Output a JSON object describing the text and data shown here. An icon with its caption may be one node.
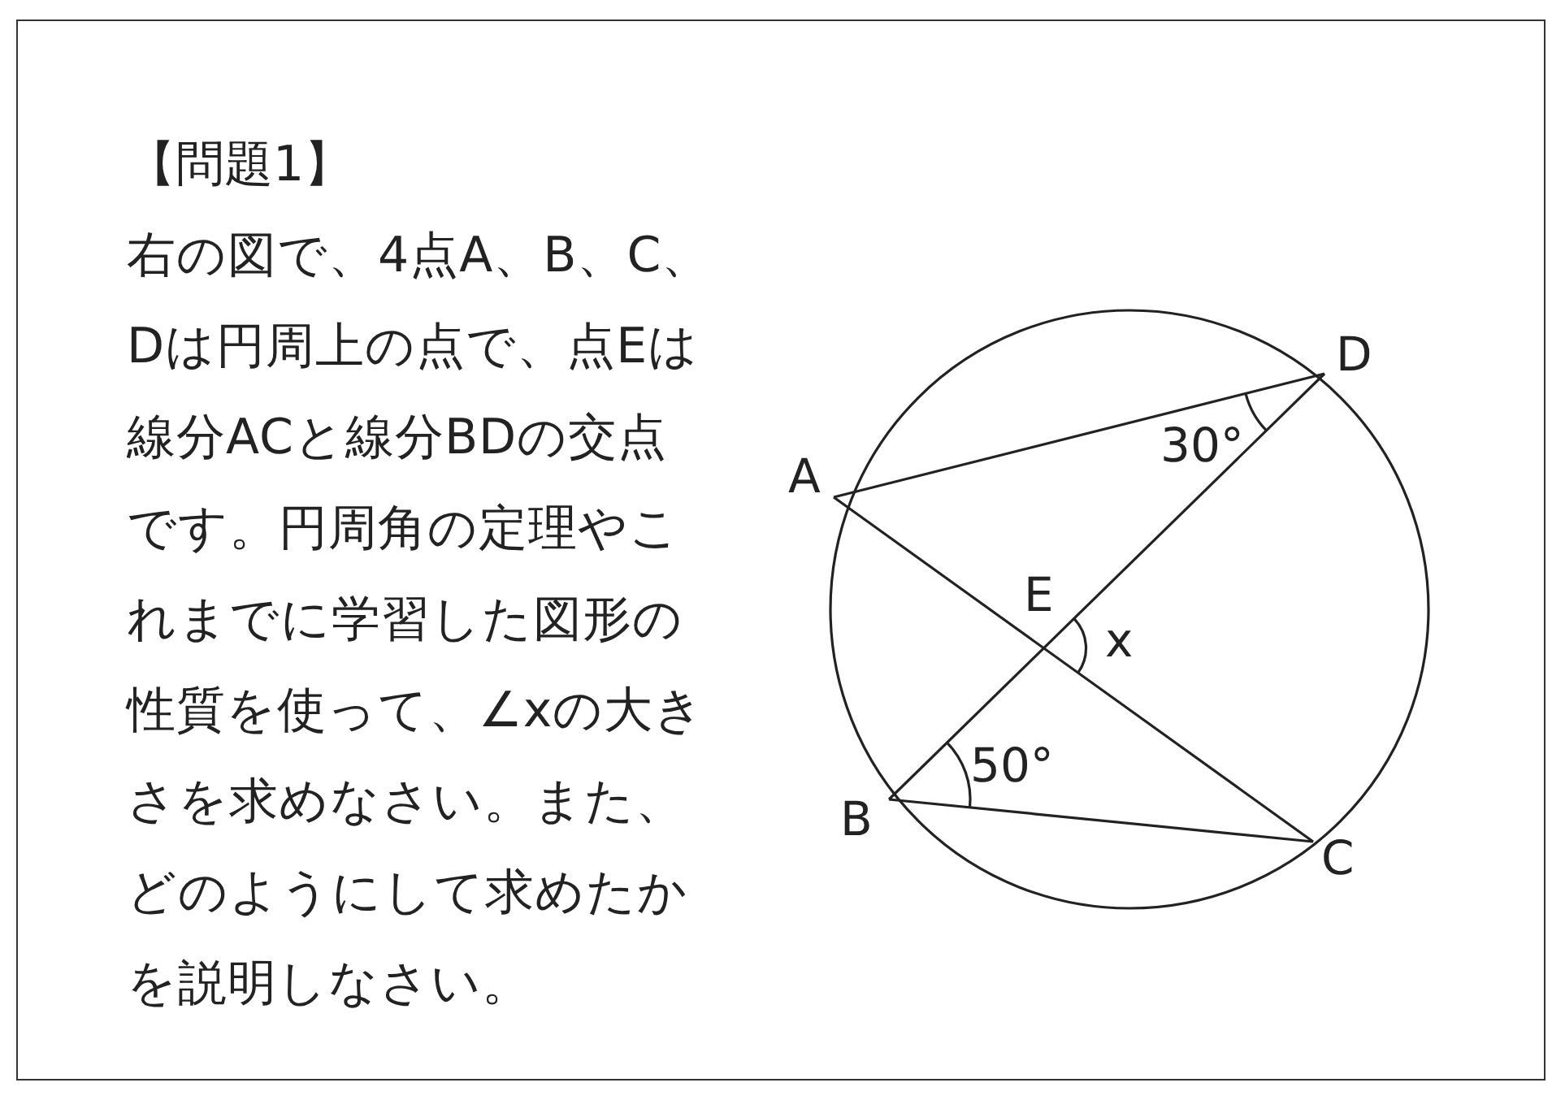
{
  "diagram": {
    "title": "【問題1】",
    "labels": [
      "右の図で、4点A、B、C、Dは円周上の点で、点Eは線分ACと線分BDの交点です。円周角の定理やこれまでに学習した図形の性質を使って、∠xの大きさを求めなさい。また、どのようにして求めたかを説明しなさい。",
      "A",
      "B",
      "C",
      "D",
      "E",
      "30°",
      "50°",
      "x"
    ]
  }
}
